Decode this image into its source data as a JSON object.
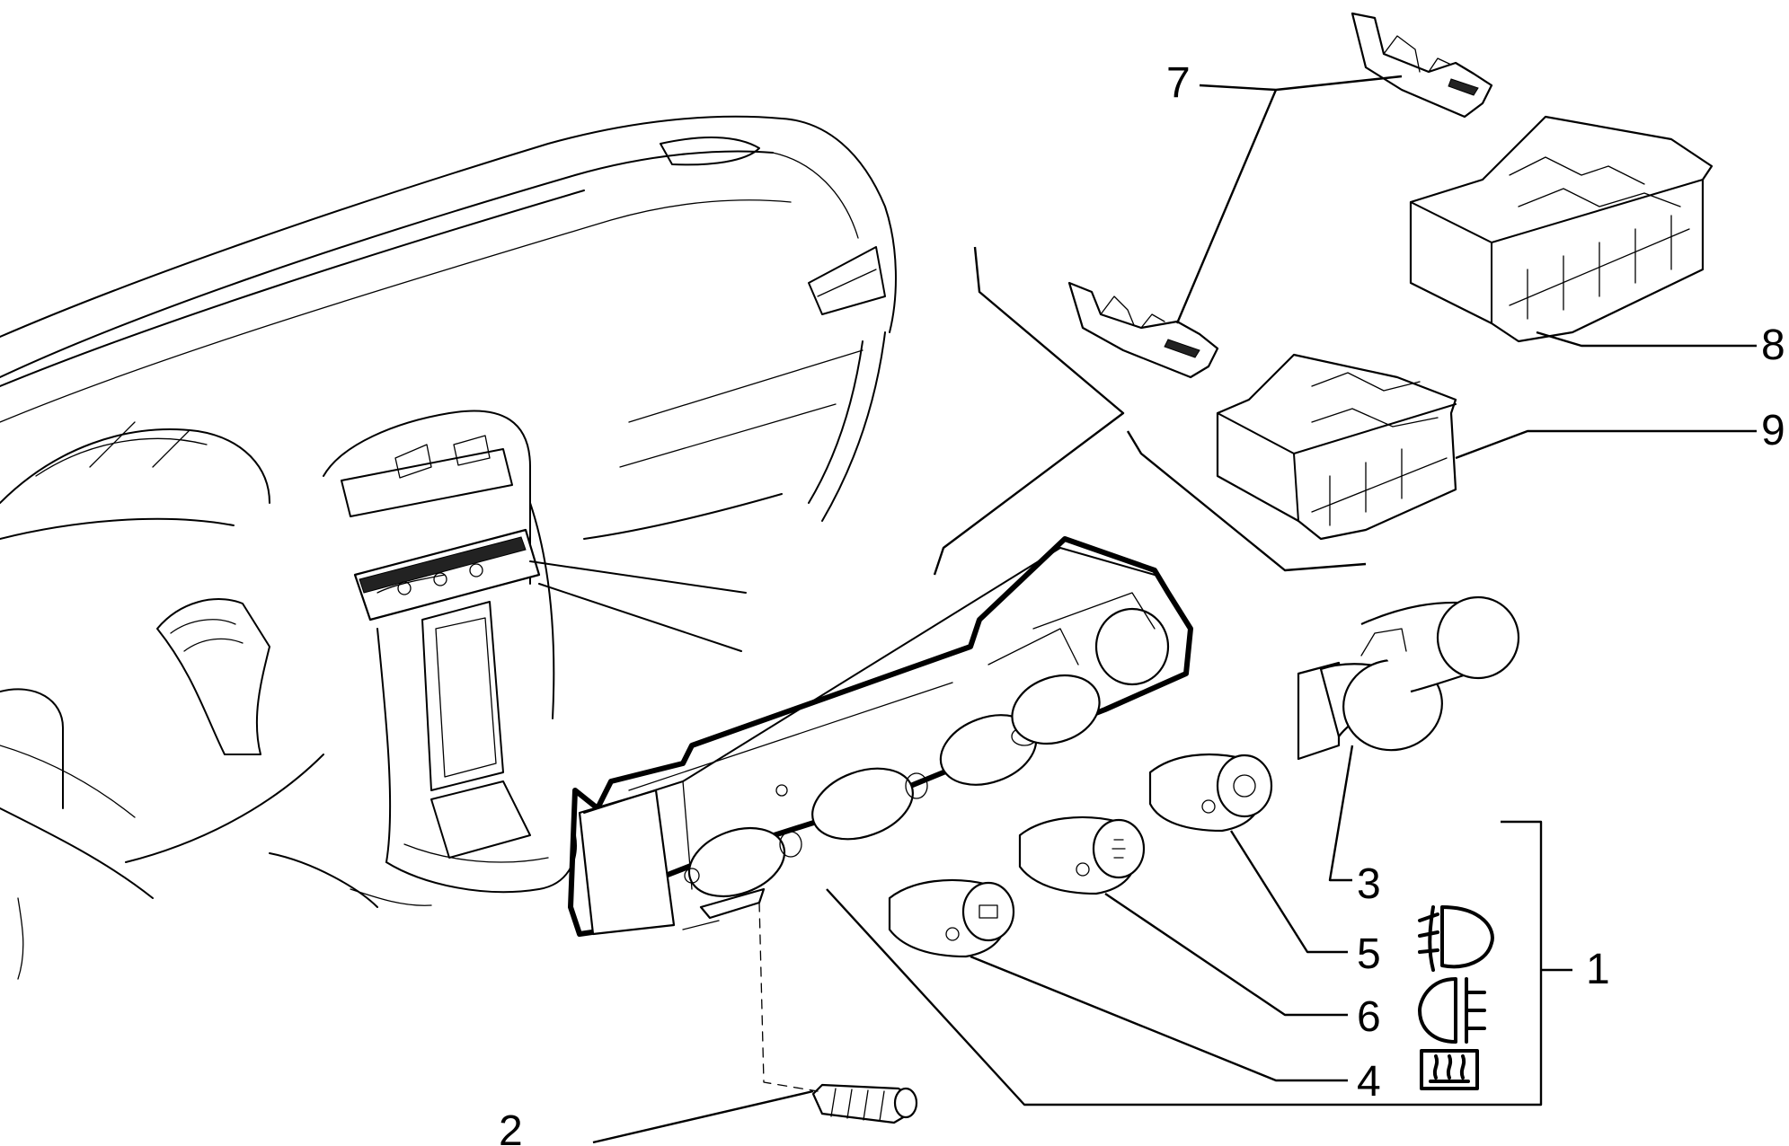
{
  "callouts": {
    "c1": "1",
    "c2": "2",
    "c3": "3",
    "c4": "4",
    "c5": "5",
    "c6": "6",
    "c7": "7",
    "c8": "8",
    "c9": "9"
  },
  "symbols": {
    "c5": "front-fog-light-icon",
    "c6": "rear-fog-light-icon",
    "c4": "rear-window-defrost-icon"
  }
}
